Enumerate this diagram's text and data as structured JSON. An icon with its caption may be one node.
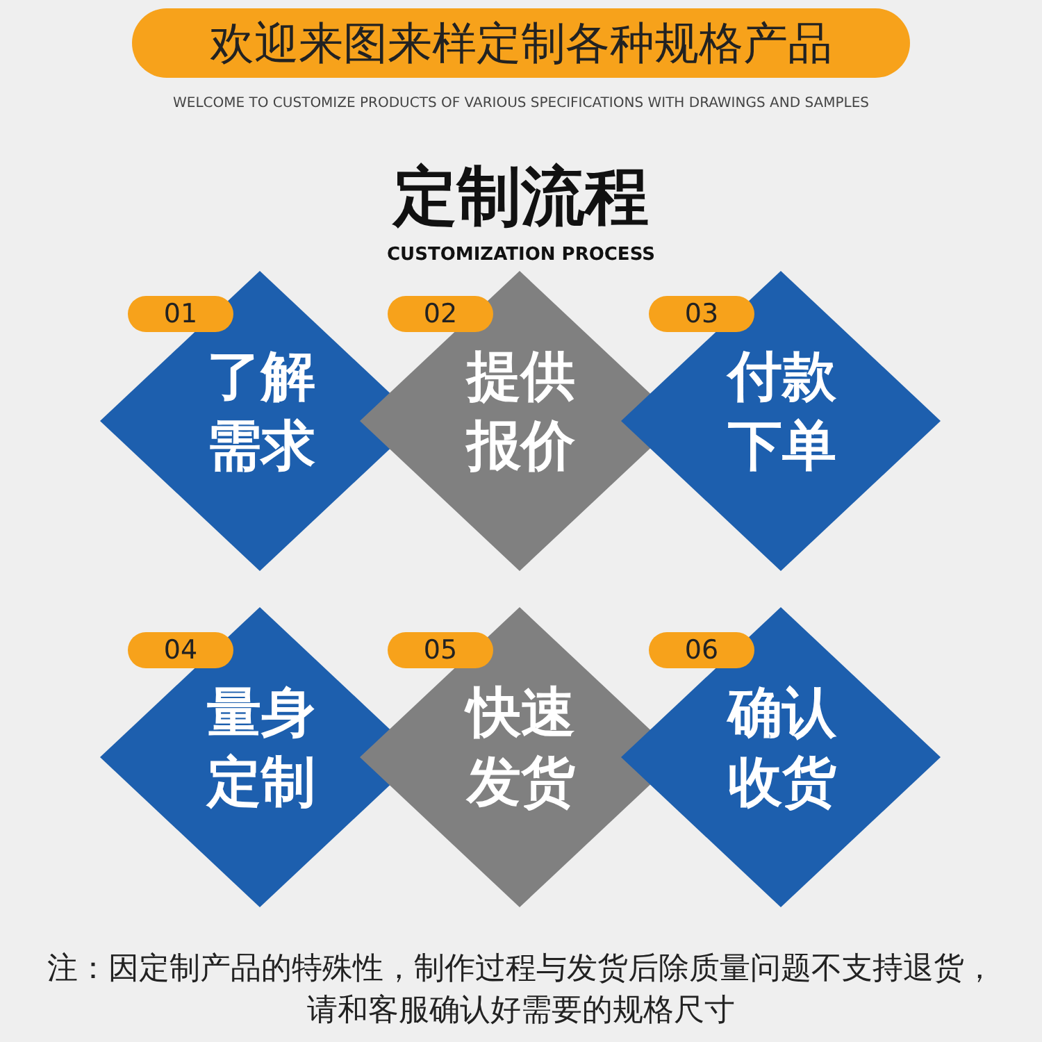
{
  "diagram": {
    "title": "欢迎来图来样定制各种规格产品",
    "caption": "注：因定制产品的特殊性，制作过程与发货后除质量问题不支持退货，请和客服确认好需要的规格尺寸",
    "labels": [
      "WELCOME TO CUSTOMIZE PRODUCTS OF VARIOUS SPECIFICATIONS WITH DRAWINGS AND SAMPLES",
      "定制流程",
      "CUSTOMIZATION PROCESS"
    ],
    "nodes": [
      {
        "text": [
          "了解需求"
        ]
      },
      {
        "text": [
          "01"
        ]
      },
      {
        "text": [
          "提供报价"
        ]
      },
      {
        "text": [
          "02"
        ]
      },
      {
        "text": [
          "付款下单"
        ]
      },
      {
        "text": [
          "03"
        ]
      },
      {
        "text": [
          "量身定制"
        ]
      },
      {
        "text": [
          "04"
        ]
      },
      {
        "text": [
          "快速发货"
        ]
      },
      {
        "text": [
          "05"
        ]
      },
      {
        "text": [
          "确认收货"
        ]
      },
      {
        "text": [
          "06"
        ]
      }
    ]
  }
}
